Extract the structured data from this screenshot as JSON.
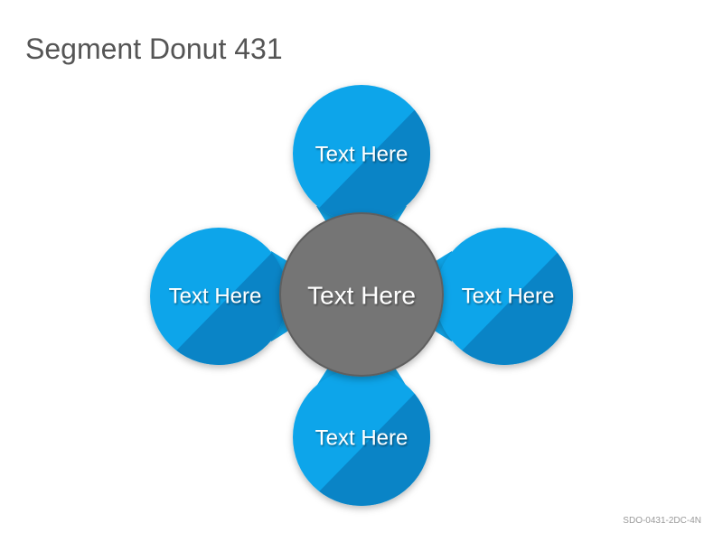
{
  "title": "Segment Donut 431",
  "code": "SDO-0431-2DC-4N",
  "colors": {
    "petal": "#0ea5ea",
    "petal_shadow": "#0a84c6",
    "hub": "#757575",
    "hub_border": "#5f5f5f",
    "title": "#555555",
    "code": "#999999"
  },
  "diagram": {
    "hub": {
      "label": "Text Here"
    },
    "petals": [
      {
        "position": "top",
        "label": "Text Here"
      },
      {
        "position": "right",
        "label": "Text Here"
      },
      {
        "position": "bottom",
        "label": "Text Here"
      },
      {
        "position": "left",
        "label": "Text Here"
      }
    ]
  }
}
